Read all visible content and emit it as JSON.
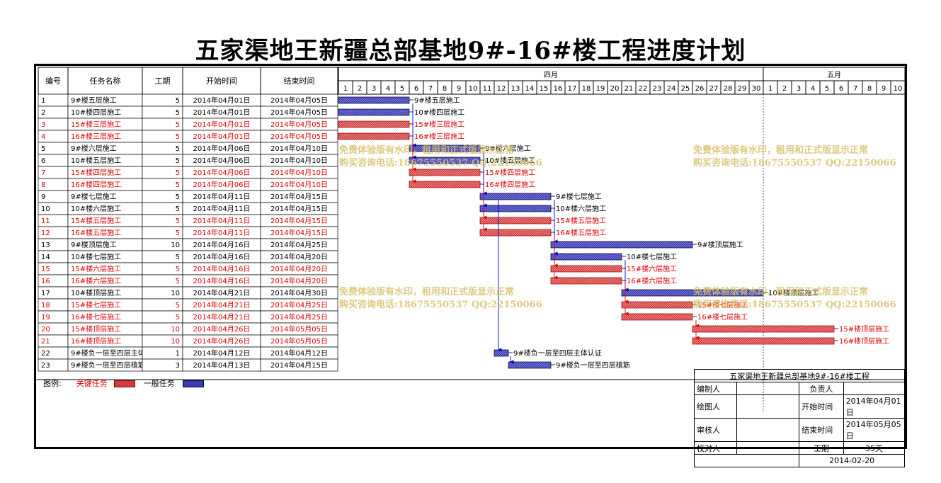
{
  "title": "五家渠地王新疆总部基地9#-16#楼工程进度计划",
  "headers": {
    "id": "编号",
    "name": "任务名称",
    "dur": "工期",
    "start": "开始时间",
    "end": "结束时间"
  },
  "months": [
    {
      "label": "四月",
      "days": 30
    },
    {
      "label": "五月",
      "days": 10
    }
  ],
  "colors": {
    "critical": "#d33a3a",
    "normal": "#3b3bb8",
    "critical_text": "#e00000",
    "link": "#0000cc",
    "watermark": "#d8c06a"
  },
  "chart_data": {
    "type": "gantt",
    "x_unit": "day",
    "x_range": [
      "2014-04-01",
      "2014-05-10"
    ],
    "tasks": [
      {
        "id": "1",
        "name": "9#楼五层施工",
        "duration": 5,
        "start": "2014年04月01日",
        "end": "2014年04月05日",
        "critical": false,
        "bar_label": "9#楼五层施工"
      },
      {
        "id": "2",
        "name": "10#楼四层施工",
        "duration": 5,
        "start": "2014年04月01日",
        "end": "2014年04月05日",
        "critical": false,
        "bar_label": "10#楼四层施工"
      },
      {
        "id": "3",
        "name": "15#楼三层施工",
        "duration": 5,
        "start": "2014年04月01日",
        "end": "2014年04月05日",
        "critical": true,
        "bar_label": "15#楼三层施工"
      },
      {
        "id": "4",
        "name": "16#楼三层施工",
        "duration": 5,
        "start": "2014年04月01日",
        "end": "2014年04月05日",
        "critical": true,
        "bar_label": "16#楼三层施工"
      },
      {
        "id": "5",
        "name": "9#楼六层施工",
        "duration": 5,
        "start": "2014年04月06日",
        "end": "2014年04月10日",
        "critical": false,
        "bar_label": "9#楼六层施工"
      },
      {
        "id": "6",
        "name": "10#楼五层施工",
        "duration": 5,
        "start": "2014年04月06日",
        "end": "2014年04月10日",
        "critical": false,
        "bar_label": "10#楼五层施工"
      },
      {
        "id": "7",
        "name": "15#楼四层施工",
        "duration": 5,
        "start": "2014年04月06日",
        "end": "2014年04月10日",
        "critical": true,
        "bar_label": "15#楼四层施工"
      },
      {
        "id": "8",
        "name": "16#楼四层施工",
        "duration": 5,
        "start": "2014年04月06日",
        "end": "2014年04月10日",
        "critical": true,
        "bar_label": "16#楼四层施工"
      },
      {
        "id": "9",
        "name": "9#楼七层施工",
        "duration": 5,
        "start": "2014年04月11日",
        "end": "2014年04月15日",
        "critical": false,
        "bar_label": "9#楼七层施工"
      },
      {
        "id": "10",
        "name": "10#楼六层施工",
        "duration": 5,
        "start": "2014年04月11日",
        "end": "2014年04月15日",
        "critical": false,
        "bar_label": "10#楼六层施工"
      },
      {
        "id": "11",
        "name": "15#楼五层施工",
        "duration": 5,
        "start": "2014年04月11日",
        "end": "2014年04月15日",
        "critical": true,
        "bar_label": "15#楼五层施工"
      },
      {
        "id": "12",
        "name": "16#楼五层施工",
        "duration": 5,
        "start": "2014年04月11日",
        "end": "2014年04月15日",
        "critical": true,
        "bar_label": "16#楼五层施工"
      },
      {
        "id": "13",
        "name": "9#楼顶层施工",
        "duration": 10,
        "start": "2014年04月16日",
        "end": "2014年04月25日",
        "critical": false,
        "bar_label": "9#楼顶层施工"
      },
      {
        "id": "14",
        "name": "10#楼七层施工",
        "duration": 5,
        "start": "2014年04月16日",
        "end": "2014年04月20日",
        "critical": false,
        "bar_label": "10#楼七层施工"
      },
      {
        "id": "15",
        "name": "15#楼六层施工",
        "duration": 5,
        "start": "2014年04月16日",
        "end": "2014年04月20日",
        "critical": true,
        "bar_label": "15#楼六层施工"
      },
      {
        "id": "16",
        "name": "16#楼六层施工",
        "duration": 5,
        "start": "2014年04月16日",
        "end": "2014年04月20日",
        "critical": true,
        "bar_label": "16#楼六层施工"
      },
      {
        "id": "17",
        "name": "10#楼顶层施工",
        "duration": 10,
        "start": "2014年04月21日",
        "end": "2014年04月30日",
        "critical": false,
        "bar_label": "10#楼顶层施工"
      },
      {
        "id": "18",
        "name": "15#楼七层施工",
        "duration": 5,
        "start": "2014年04月21日",
        "end": "2014年04月25日",
        "critical": true,
        "bar_label": "15#楼七层施工"
      },
      {
        "id": "19",
        "name": "16#楼七层施工",
        "duration": 5,
        "start": "2014年04月21日",
        "end": "2014年04月25日",
        "critical": true,
        "bar_label": "16#楼七层施工"
      },
      {
        "id": "20",
        "name": "15#楼顶层施工",
        "duration": 10,
        "start": "2014年04月26日",
        "end": "2014年05月05日",
        "critical": true,
        "bar_label": "15#楼顶层施工"
      },
      {
        "id": "21",
        "name": "16#楼顶层施工",
        "duration": 10,
        "start": "2014年04月26日",
        "end": "2014年05月05日",
        "critical": true,
        "bar_label": "16#楼顶层施工"
      },
      {
        "id": "22",
        "name": "9#楼负一层至四层主体认证",
        "duration": 1,
        "start": "2014年04月12日",
        "end": "2014年04月12日",
        "critical": false,
        "bar_label": "9#楼负一层至四层主体认证"
      },
      {
        "id": "23",
        "name": "9#楼负一层至四层植筋",
        "duration": 3,
        "start": "2014年04月13日",
        "end": "2014年04月15日",
        "critical": false,
        "bar_label": "9#楼负一层至四层植筋"
      }
    ]
  },
  "legend": {
    "prefix": "图例:",
    "critical": "关键任务",
    "normal": "一般任务"
  },
  "info": {
    "project": "五家渠地王新疆总部基地9#-16#楼工程",
    "editor": "编制人",
    "owner": "负责人",
    "drawer": "绘图人",
    "start_label": "开始时间",
    "start_value": "2014年04月01日",
    "reviewer": "审核人",
    "end_label": "结束时间",
    "end_value": "2014年05月05日",
    "checker": "校对人",
    "dur_label": "工期",
    "dur_value": "35天",
    "date": "2014-02-20"
  },
  "watermark": {
    "line1": "免费体验版有水印，租用和正式版显示正常",
    "line2": "购买咨询电话:18675550537 QQ:22150066"
  }
}
